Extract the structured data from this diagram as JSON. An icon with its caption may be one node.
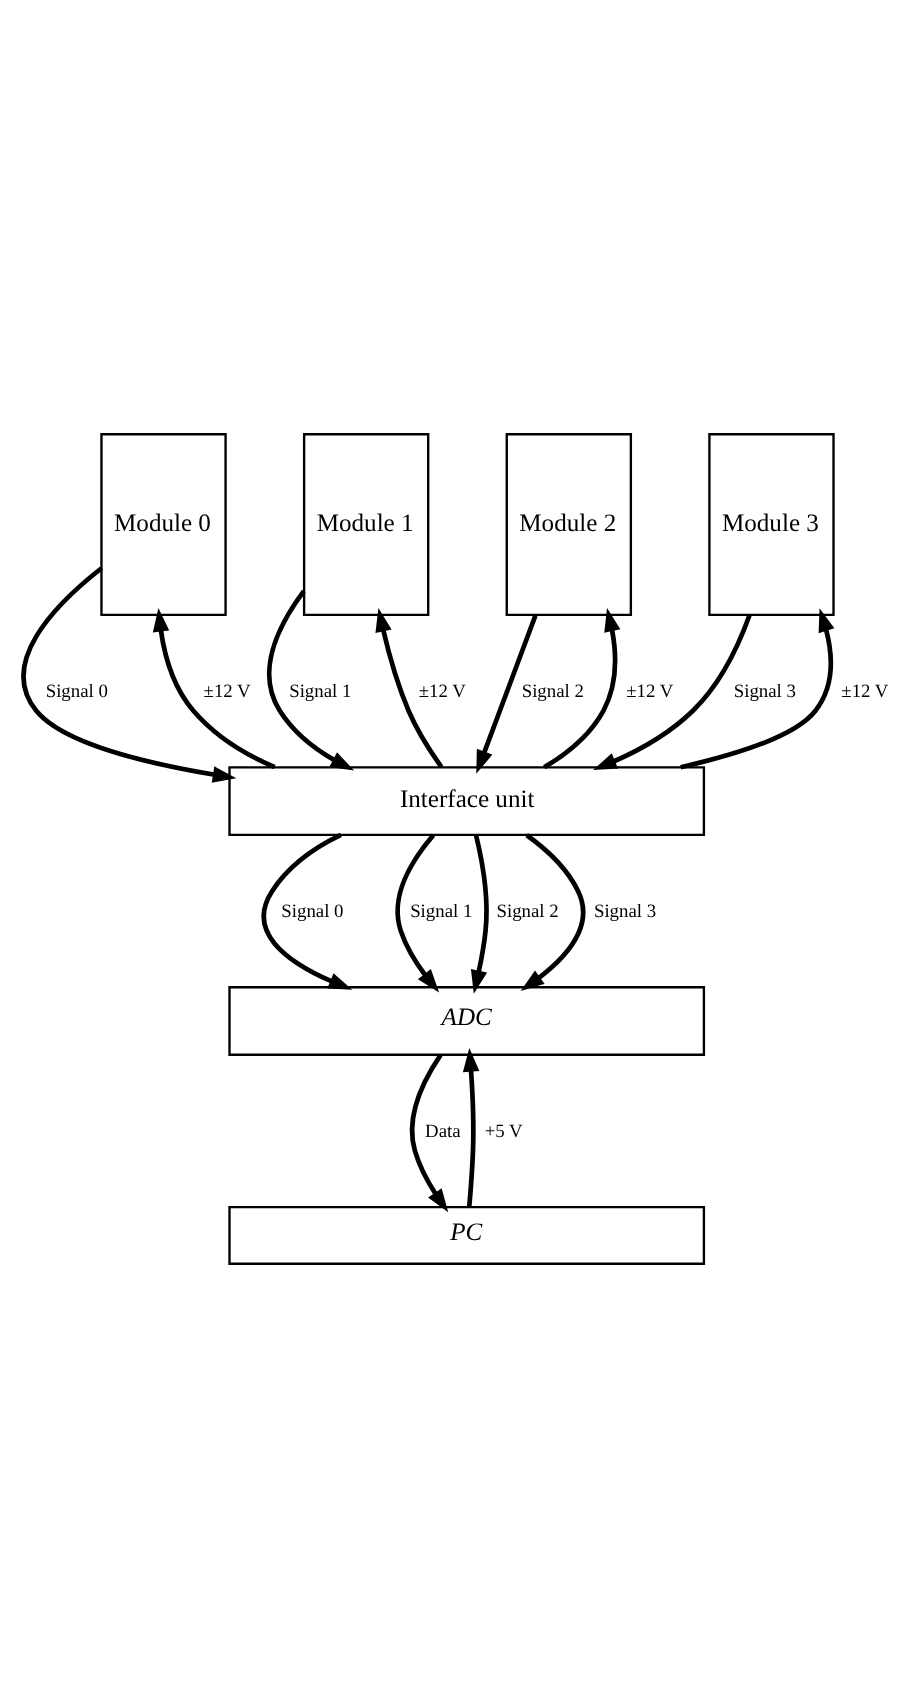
{
  "diagram": {
    "nodes": [
      {
        "text": [
          "Module 0"
        ]
      },
      {
        "text": [
          "Module 1"
        ]
      },
      {
        "text": [
          "Module 2"
        ]
      },
      {
        "text": [
          "Module 3"
        ]
      },
      {
        "text": [
          "Interface unit"
        ]
      },
      {
        "text": [
          "ADC"
        ]
      },
      {
        "text": [
          "PC"
        ]
      }
    ],
    "edges": [
      {
        "from": 0,
        "to": 4,
        "arrow": "to",
        "label": "Signal 0"
      },
      {
        "from": 4,
        "to": 0,
        "arrow": "to",
        "label": "±12 V"
      },
      {
        "from": 1,
        "to": 4,
        "arrow": "to",
        "label": "Signal 1"
      },
      {
        "from": 4,
        "to": 1,
        "arrow": "to",
        "label": "±12 V"
      },
      {
        "from": 2,
        "to": 4,
        "arrow": "to",
        "label": "Signal 2"
      },
      {
        "from": 4,
        "to": 2,
        "arrow": "to",
        "label": "±12 V"
      },
      {
        "from": 3,
        "to": 4,
        "arrow": "to",
        "label": "Signal 3"
      },
      {
        "from": 4,
        "to": 3,
        "arrow": "to",
        "label": "±12 V"
      },
      {
        "from": 4,
        "to": 5,
        "arrow": "to",
        "label": "Signal 0"
      },
      {
        "from": 4,
        "to": 5,
        "arrow": "to",
        "label": "Signal 1"
      },
      {
        "from": 4,
        "to": 5,
        "arrow": "to",
        "label": "Signal 2"
      },
      {
        "from": 4,
        "to": 5,
        "arrow": "to",
        "label": "Signal 3"
      },
      {
        "from": 5,
        "to": 6,
        "arrow": "to",
        "label": "Data"
      },
      {
        "from": 6,
        "to": 5,
        "arrow": "to",
        "label": "+5 V"
      }
    ]
  }
}
